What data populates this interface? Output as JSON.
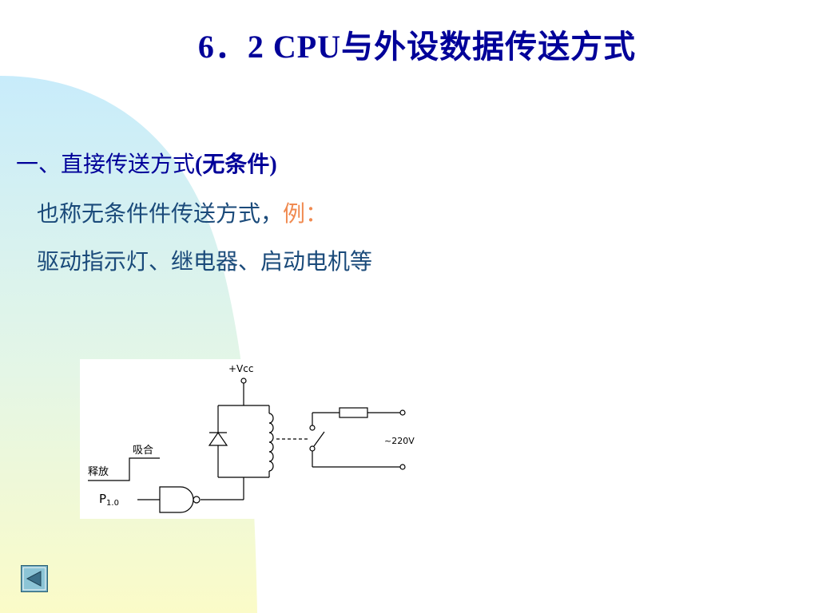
{
  "slide": {
    "title": "6．2 CPU与外设数据传送方式",
    "heading_num": "一、",
    "heading_text": "直接传送方式",
    "heading_tail": "(无条件)",
    "line1_text": "也称无条件件传送方式，",
    "line1_example": "例：",
    "line2_text": "驱动指示灯、继电器、启动电机等"
  },
  "circuit": {
    "vcc_label": "+Vcc",
    "voltage_label": "~220V",
    "pull_in_label": "吸合",
    "release_label": "释放",
    "port_label_main": "P",
    "port_label_sub": "1.0"
  },
  "colors": {
    "title": "#000099",
    "body_text": "#1a4a7a",
    "example": "#f08a50",
    "bg_blue": "#c8ecfb",
    "bg_yellow": "#fbfbc8"
  },
  "icons": {
    "nav": "left-arrow-icon"
  }
}
